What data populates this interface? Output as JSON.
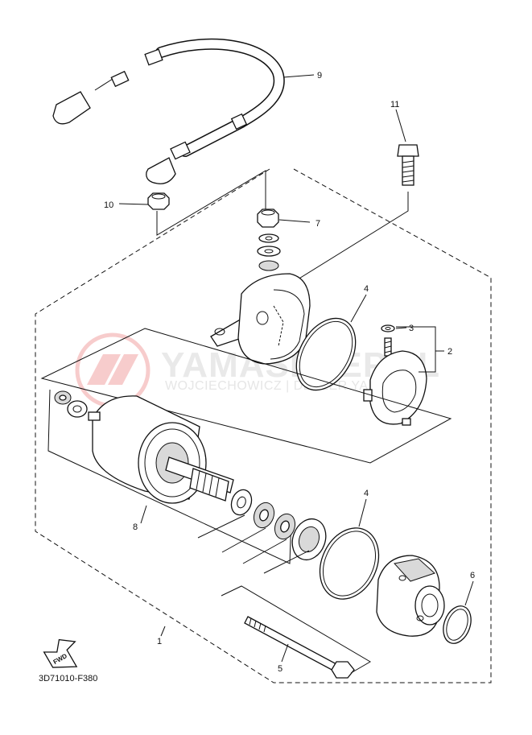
{
  "diagram_code": "3D71010-F380",
  "fwd_label": "FWD",
  "watermark": {
    "main": "YAMASKLEP.PL",
    "sub": "WOJCIECHOWICZ | DEALER YAMAHA"
  },
  "callouts": [
    "1",
    "2",
    "3",
    "4",
    "4",
    "5",
    "6",
    "7",
    "8",
    "9",
    "10",
    "11"
  ]
}
